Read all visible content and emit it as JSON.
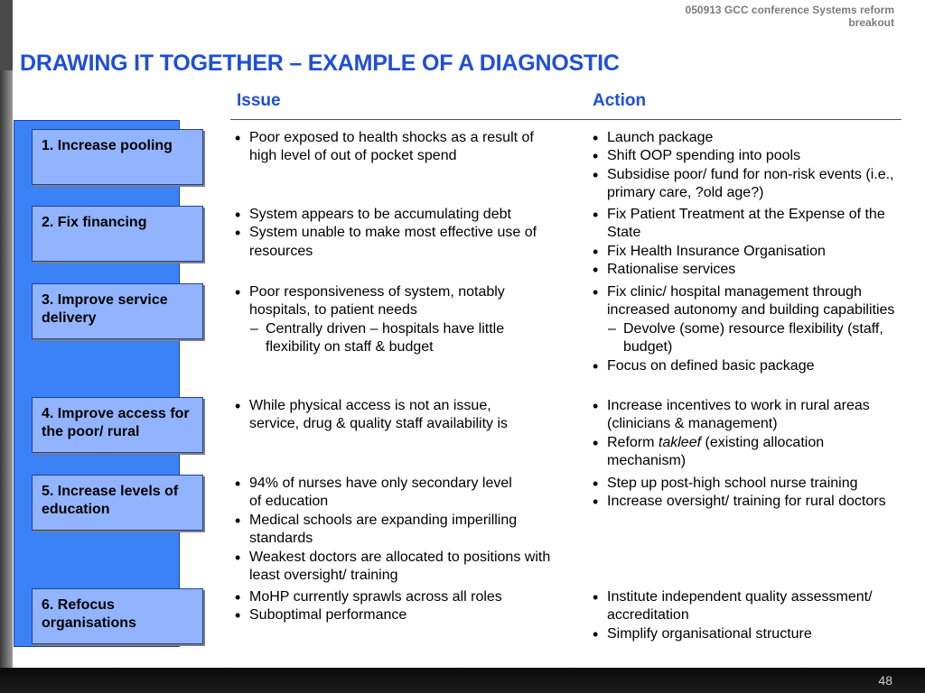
{
  "header": {
    "note": "050913 GCC conference Systems reform breakout"
  },
  "title": "DRAWING IT TOGETHER – EXAMPLE OF A DIAGNOSTIC",
  "columns": {
    "issue": "Issue",
    "action": "Action"
  },
  "rows": [
    {
      "label": "1. Increase pooling",
      "issues": [
        "Poor exposed to health shocks as a result of high level of out of pocket spend"
      ],
      "actions": [
        "Launch package",
        "Shift OOP spending into pools",
        "Subsidise poor/ fund for non-risk events (i.e., primary care, ?old age?)"
      ]
    },
    {
      "label": "2. Fix financing",
      "issues": [
        "System appears to be accumulating debt",
        "System unable to make most effective use of resources"
      ],
      "actions": [
        "Fix Patient Treatment at the Expense of the State",
        "Fix Health Insurance Organisation",
        "Rationalise services"
      ]
    },
    {
      "label": "3. Improve service delivery",
      "issues": [
        "Poor responsiveness of system, notably hospitals, to patient needs"
      ],
      "issue_sub": "Centrally driven – hospitals have little flexibility on staff & budget",
      "actions": [
        "Fix clinic/ hospital management through increased autonomy and building capabilities"
      ],
      "action_sub": "Devolve (some) resource flexibility (staff, budget)",
      "actions_after": [
        "Focus on defined basic package"
      ]
    },
    {
      "label": "4. Improve access for the poor/ rural",
      "issues": [
        "While physical access is not an issue, service, drug & quality staff availability is"
      ],
      "actions": [
        "Increase incentives to work in rural areas (clinicians & management)"
      ],
      "action_reform": {
        "pre": "Reform ",
        "em": "takleef",
        "post": " (existing allocation mechanism)"
      }
    },
    {
      "label": "5. Increase levels of education",
      "issues": [
        "94% of nurses have only secondary level of education",
        "Medical schools are expanding imperilling standards",
        "Weakest doctors are allocated to positions with least oversight/ training"
      ],
      "actions": [
        "Step up post-high school nurse training",
        "Increase oversight/ training for rural doctors"
      ]
    },
    {
      "label": "6. Refocus organisations",
      "issues": [
        "MoHP currently sprawls across all roles",
        "Suboptimal performance"
      ],
      "actions": [
        "Institute independent quality assessment/ accreditation",
        "Simplify organisational structure"
      ]
    }
  ],
  "page_number": "48",
  "colors": {
    "title": "#1f4fd6",
    "spine": "#3a82f6",
    "label_box": "#92b4ff",
    "border": "#1a3fa8"
  }
}
